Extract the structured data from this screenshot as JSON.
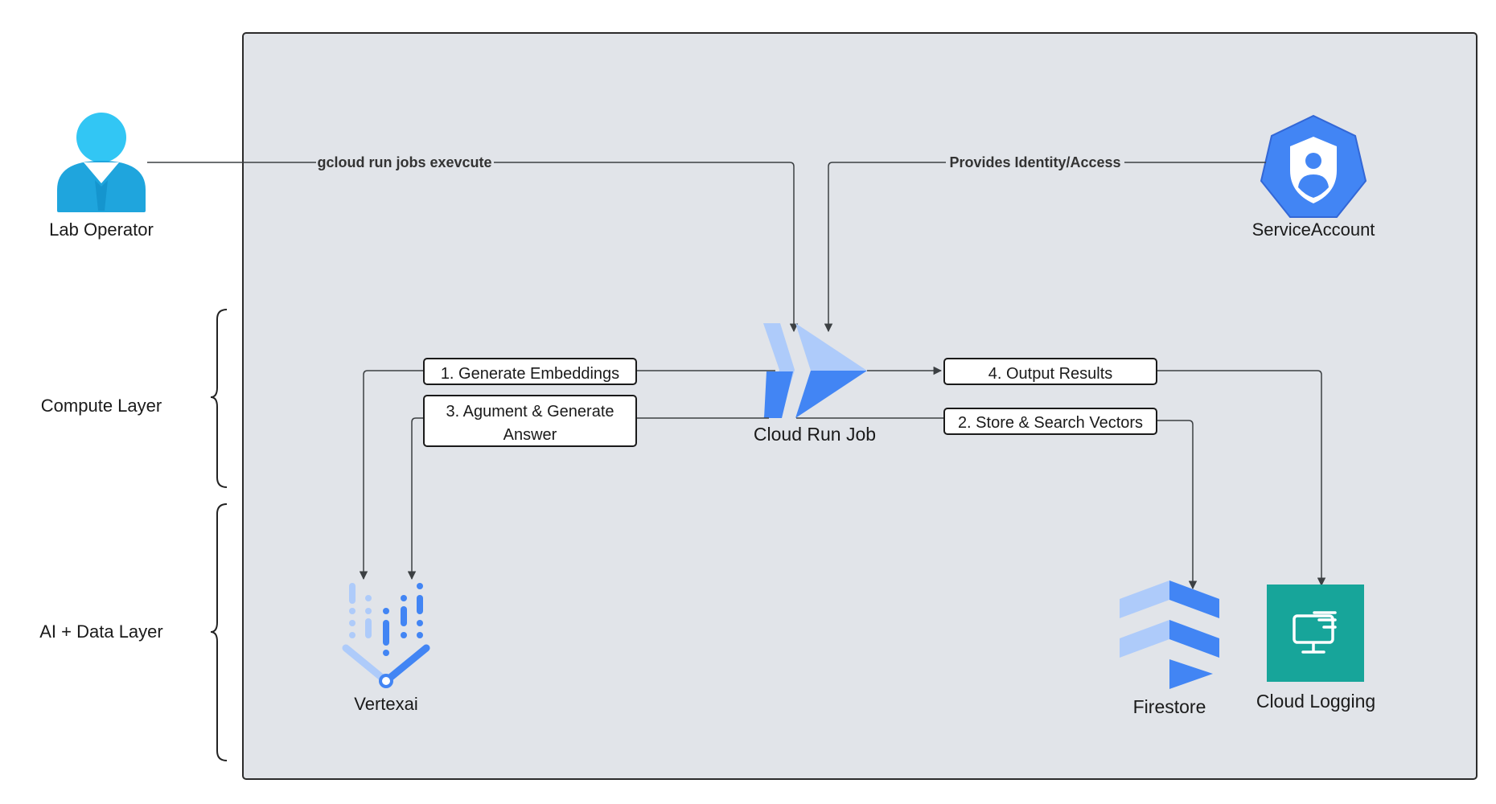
{
  "actors": {
    "lab_operator": {
      "label": "Lab Operator",
      "icon": "user-icon"
    },
    "service_account": {
      "label": "ServiceAccount",
      "icon": "service-account-shield-icon"
    }
  },
  "layers": {
    "compute": {
      "label": "Compute Layer"
    },
    "ai_data": {
      "label": "AI + Data Layer"
    }
  },
  "nodes": {
    "cloud_run_job": {
      "label": "Cloud Run Job",
      "icon": "cloud-run-icon"
    },
    "vertexai": {
      "label": "Vertexai",
      "icon": "vertex-ai-icon"
    },
    "firestore": {
      "label": "Firestore",
      "icon": "firestore-icon"
    },
    "cloud_logging": {
      "label": "Cloud Logging",
      "icon": "cloud-logging-monitor-icon"
    }
  },
  "edges": {
    "operator_to_job": {
      "label": "gcloud run jobs exevcute"
    },
    "identity": {
      "label": "Provides Identity/Access"
    },
    "step1": {
      "label": "1.  Generate Embeddings"
    },
    "step3": {
      "line1": "3. Agument & Generate",
      "line2": "Answer"
    },
    "step4": {
      "label": "4. Output Results"
    },
    "step2": {
      "label": "2. Store & Search Vectors"
    }
  },
  "colors": {
    "container_bg": "#e1e4e9",
    "google_blue": "#4285f4",
    "google_light_blue": "#aecbfa",
    "logging_teal": "#17a59a",
    "line": "#3c4043"
  }
}
